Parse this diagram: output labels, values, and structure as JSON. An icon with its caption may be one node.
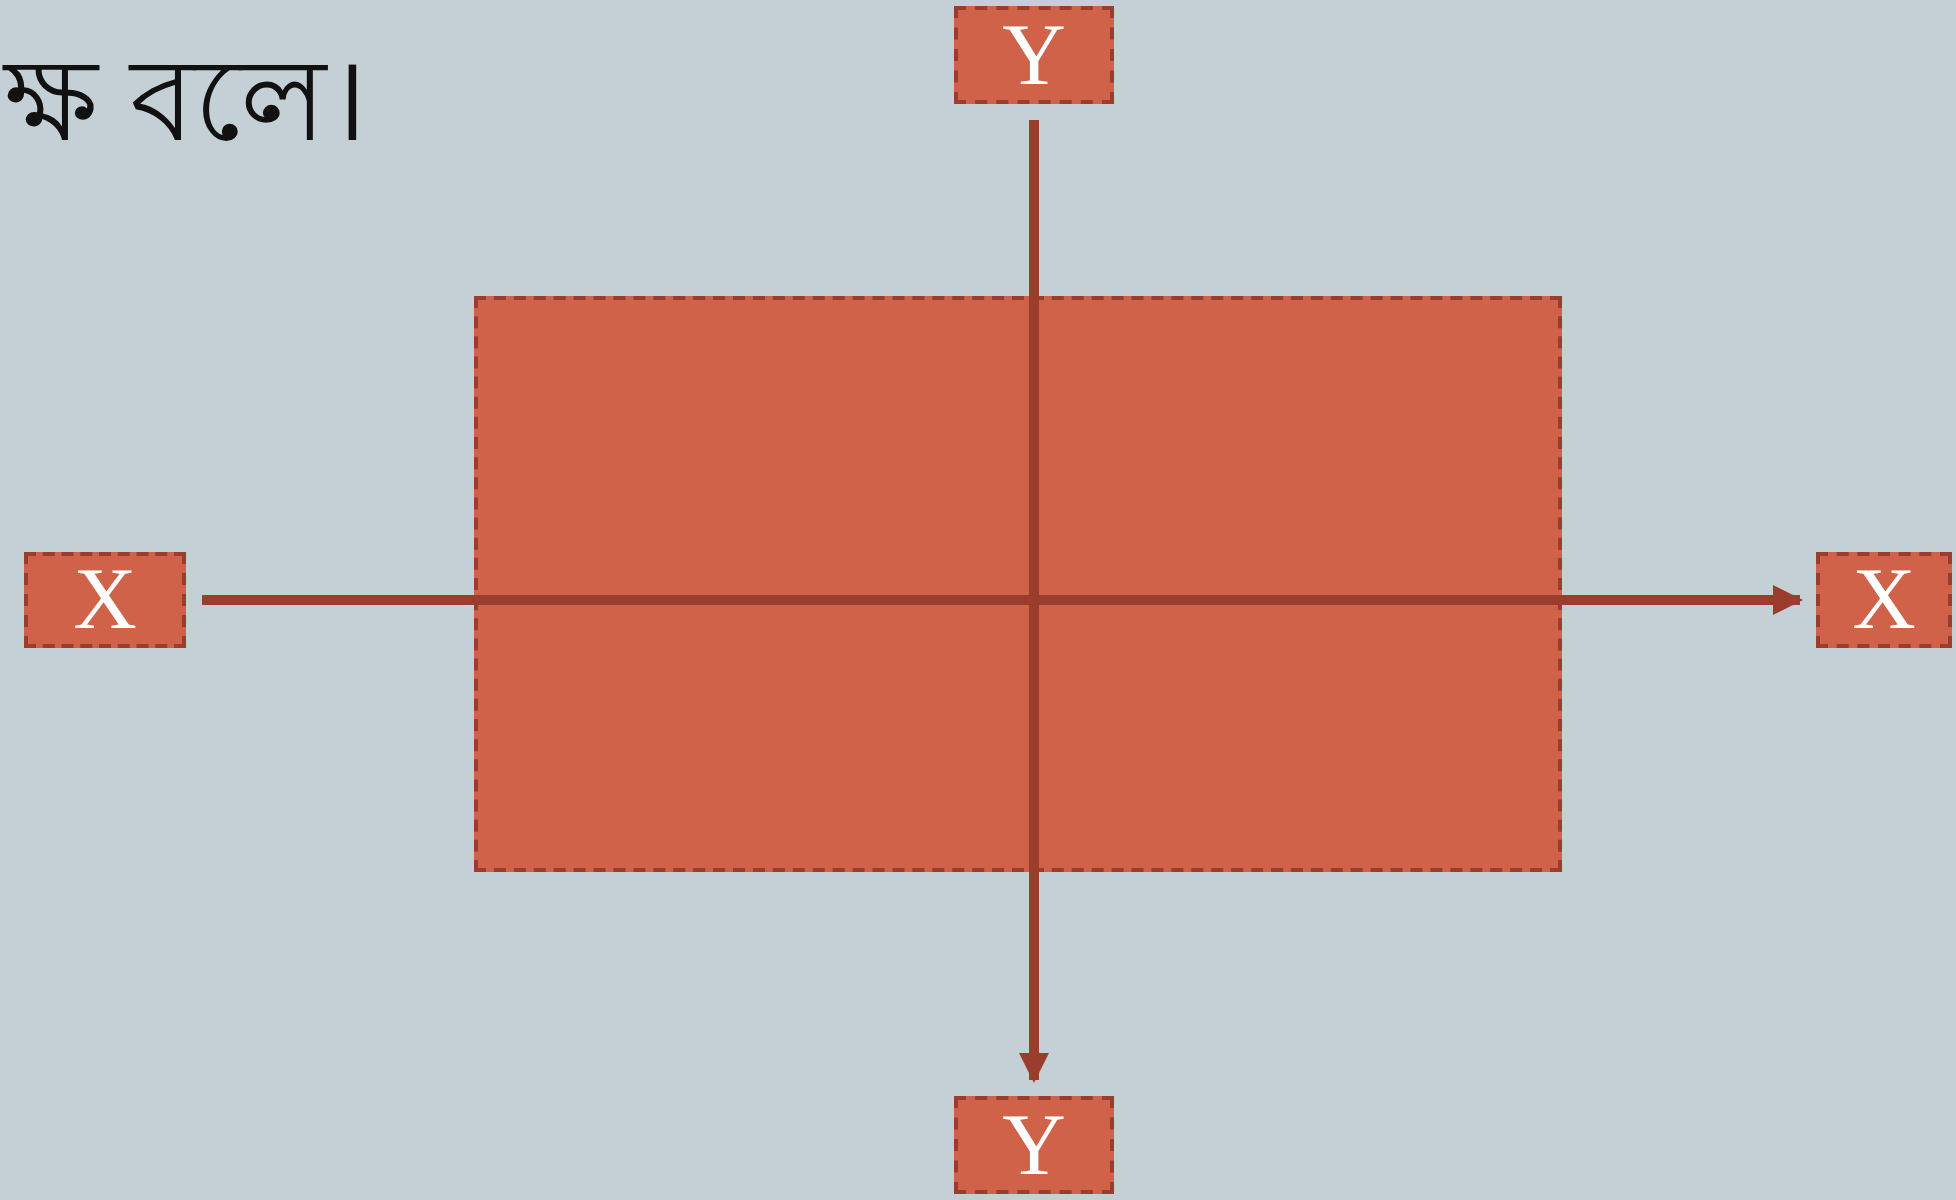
{
  "diagram": {
    "nodes": [
      {
        "text": [
          "Y"
        ]
      },
      {
        "text": [
          "X"
        ]
      },
      {
        "text": [
          "X"
        ]
      },
      {
        "text": [
          "Y"
        ]
      }
    ],
    "edges": [
      {
        "from": 1,
        "to": 2,
        "arrow": "to"
      },
      {
        "from": 0,
        "to": 3,
        "arrow": "to"
      }
    ],
    "labels": [
      "ক্ষ বলে।"
    ]
  }
}
